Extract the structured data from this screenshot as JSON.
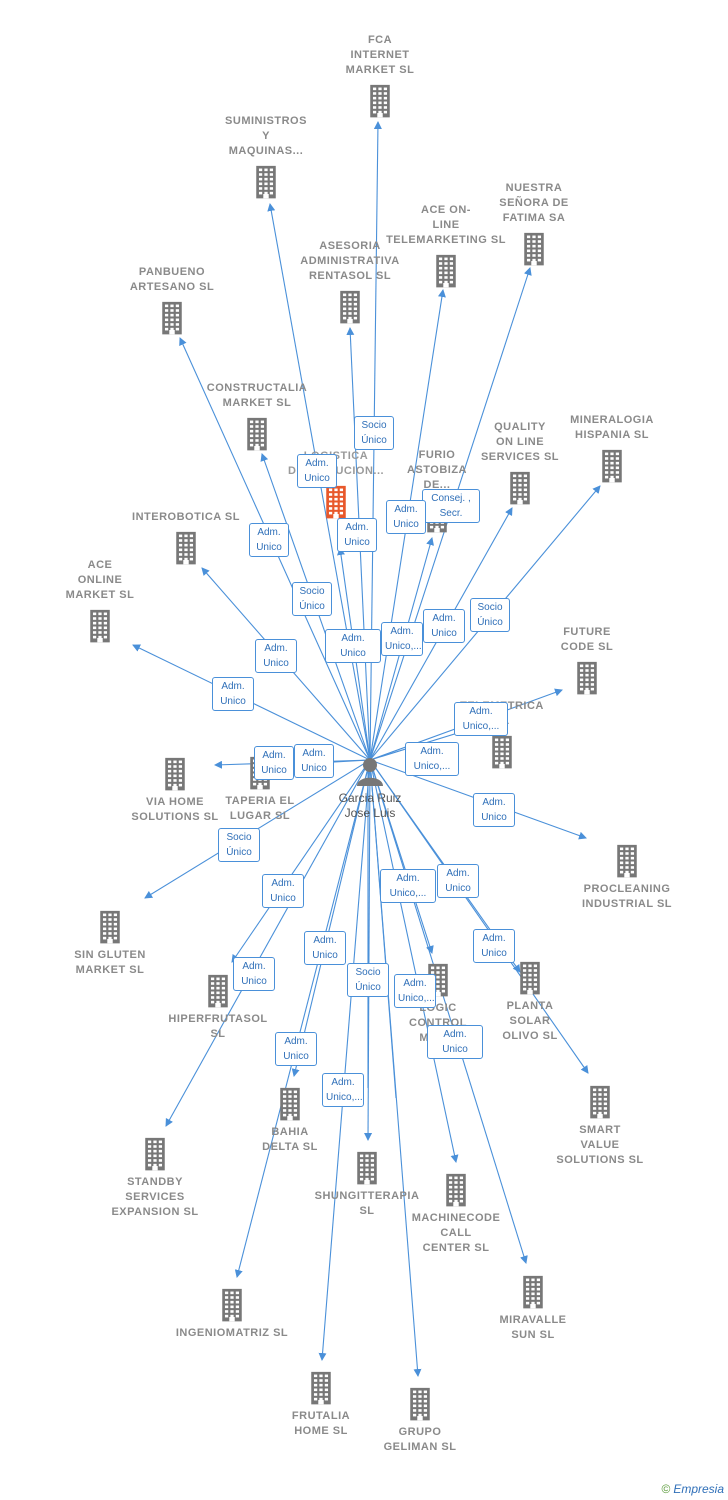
{
  "center": {
    "label": "Garcia Ruiz\nJose Luis",
    "icon": "person-icon"
  },
  "colors": {
    "edge": "#4a90d9",
    "building": "#777777",
    "highlight": "#e8582b"
  },
  "brand": {
    "copyright": "©",
    "name": "Empresia"
  },
  "nodes": [
    {
      "id": "fca",
      "label": "FCA\nINTERNET\nMARKET  SL"
    },
    {
      "id": "suministros",
      "label": "SUMINISTROS\nY\nMAQUINAS..."
    },
    {
      "id": "nuestra",
      "label": "NUESTRA\nSEÑORA DE\nFATIMA SA"
    },
    {
      "id": "aceonline_tel",
      "label": "ACE ON-\nLINE\nTELEMARKETING SL"
    },
    {
      "id": "asesoria",
      "label": "ASESORIA\nADMINISTRATIVA\nRENTASOL SL"
    },
    {
      "id": "panbueno",
      "label": "PANBUENO\nARTESANO  SL"
    },
    {
      "id": "constructalia",
      "label": "CONSTRUCTALIA\nMARKET  SL"
    },
    {
      "id": "logistica",
      "label": "LOGISTICA\nDISTRIBUCION...",
      "highlight": true
    },
    {
      "id": "furio",
      "label": "FURIO\nASTOBIZA\nDE..."
    },
    {
      "id": "quality",
      "label": "QUALITY\nON LINE\nSERVICES  SL"
    },
    {
      "id": "mineralogia",
      "label": "MINERALOGIA\nHISPANIA  SL"
    },
    {
      "id": "interobotica",
      "label": "INTEROBOTICA SL"
    },
    {
      "id": "aceonline_mk",
      "label": "ACE\nONLINE\nMARKET SL"
    },
    {
      "id": "future",
      "label": "FUTURE\nCODE  SL"
    },
    {
      "id": "telemetrica",
      "label": "TELEMETRICA\nSL"
    },
    {
      "id": "viahome",
      "label": "VIA HOME\nSOLUTIONS SL"
    },
    {
      "id": "taperia",
      "label": "TAPERIA EL\nLUGAR SL"
    },
    {
      "id": "procleaning",
      "label": "PROCLEANING\nINDUSTRIAL SL"
    },
    {
      "id": "singluten",
      "label": "SIN GLUTEN\nMARKET  SL"
    },
    {
      "id": "hiperfrutasol",
      "label": "HIPERFRUTASOL\nSL"
    },
    {
      "id": "logiccontrol",
      "label": "LOGIC\nCONTROL\nMAR..."
    },
    {
      "id": "plantasolar",
      "label": "PLANTA\nSOLAR\nOLIVO SL"
    },
    {
      "id": "smartvalue",
      "label": "SMART\nVALUE\nSOLUTIONS SL"
    },
    {
      "id": "standby",
      "label": "STANDBY\nSERVICES\nEXPANSION SL"
    },
    {
      "id": "bahia",
      "label": "BAHIA\nDELTA SL"
    },
    {
      "id": "shungitterapia",
      "label": "SHUNGITTERAPIA\nSL"
    },
    {
      "id": "machinecode",
      "label": "MACHINECODE\nCALL\nCENTER  SL"
    },
    {
      "id": "miravalle",
      "label": "MIRAVALLE\nSUN  SL"
    },
    {
      "id": "ingeniomatriz",
      "label": "INGENIOMATRIZ SL"
    },
    {
      "id": "frutalia",
      "label": "FRUTALIA\nHOME  SL"
    },
    {
      "id": "grupogeliman",
      "label": "GRUPO\nGELIMAN  SL"
    }
  ],
  "relations": [
    {
      "label": "Socio\nÚnico"
    },
    {
      "label": "Adm.\nUnico"
    },
    {
      "label": "Adm.\nUnico"
    },
    {
      "label": "Consej. ,\nSecr."
    },
    {
      "label": "Adm.\nUnico"
    },
    {
      "label": "Adm.\nUnico"
    },
    {
      "label": "Socio\nÚnico"
    },
    {
      "label": "Socio\nÚnico"
    },
    {
      "label": "Adm.\nUnico"
    },
    {
      "label": "Adm.\nUnico,..."
    },
    {
      "label": "Adm.\nUnico"
    },
    {
      "label": "Adm.\nUnico"
    },
    {
      "label": "Adm.\nUnico"
    },
    {
      "label": "Adm.\nUnico,..."
    },
    {
      "label": "Adm.\nUnico,..."
    },
    {
      "label": "Adm.\nUnico"
    },
    {
      "label": "Adm.\nUnico"
    },
    {
      "label": "Adm.\nUnico"
    },
    {
      "label": "Socio\nÚnico"
    },
    {
      "label": "Adm.\nUnico"
    },
    {
      "label": "Adm.\nUnico,..."
    },
    {
      "label": "Adm.\nUnico"
    },
    {
      "label": "Adm.\nUnico"
    },
    {
      "label": "Adm.\nUnico"
    },
    {
      "label": "Socio\nÚnico"
    },
    {
      "label": "Adm.\nUnico"
    },
    {
      "label": "Adm.\nUnico,..."
    },
    {
      "label": "Adm.\nUnico"
    },
    {
      "label": "Adm.\nUnico"
    },
    {
      "label": "Adm.\nUnico,..."
    }
  ]
}
